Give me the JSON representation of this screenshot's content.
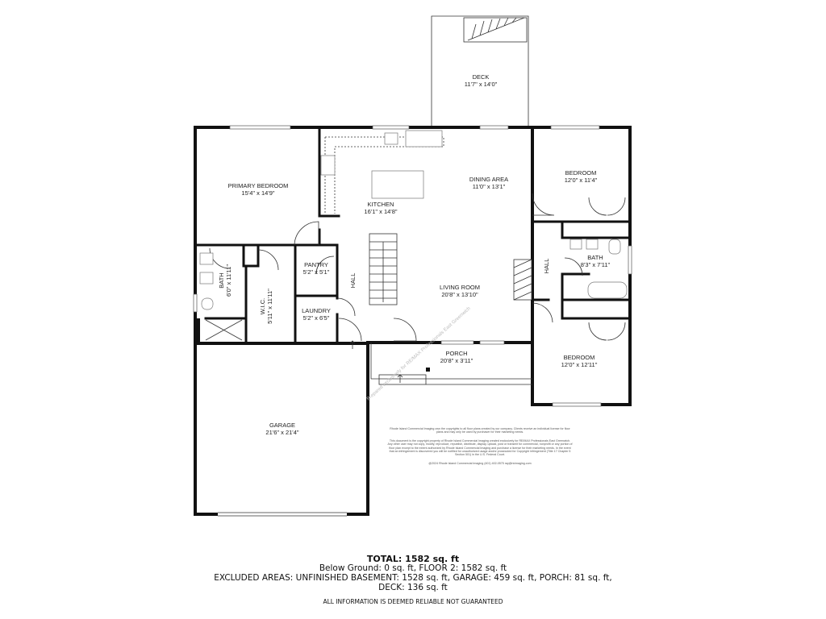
{
  "rooms": {
    "deck": {
      "name": "DECK",
      "dims": "11'7\" x 14'0\""
    },
    "primary_bedroom": {
      "name": "PRIMARY BEDROOM",
      "dims": "15'4\" x 14'9\""
    },
    "kitchen": {
      "name": "KITCHEN",
      "dims": "16'1\" x 14'8\""
    },
    "dining": {
      "name": "DINING AREA",
      "dims": "11'0\" x 13'1\""
    },
    "bedroom1": {
      "name": "BEDROOM",
      "dims": "12'0\" x 11'4\""
    },
    "bath_right": {
      "name": "BATH",
      "dims": "8'3\" x 7'11\""
    },
    "bath_left": {
      "name": "BATH",
      "dims": "6'0\" x 11'11\""
    },
    "wic": {
      "name": "W.I.C.",
      "dims": "5'11\" x 11'11\""
    },
    "pantry": {
      "name": "PANTRY",
      "dims": "5'2\" x 5'1\""
    },
    "laundry": {
      "name": "LAUNDRY",
      "dims": "5'2\" x 6'5\""
    },
    "hall_left": {
      "name": "HALL"
    },
    "hall_right": {
      "name": "HALL"
    },
    "living": {
      "name": "LIVING ROOM",
      "dims": "20'8\" x 13'10\""
    },
    "porch": {
      "name": "PORCH",
      "dims": "20'8\" x 3'11\""
    },
    "bedroom2": {
      "name": "BEDROOM",
      "dims": "12'0\" x 12'11\""
    },
    "garage": {
      "name": "GARAGE",
      "dims": "21'6\" x 21'4\""
    }
  },
  "watermark": "Prepared exclusively for RE/MAX Professionals East Greenwich",
  "copyright": {
    "p1": "Rhode Island Commercial Imaging own the copyrights to all floor plans created by our company. Clients receive an individual license for floor plans and may only be used by purchaser for their marketing needs.",
    "p2": "This document is the copyright property of Rhode Island Commercial Imaging created exclusively for RE/MAX Professionals East Greenwich. Any other user may not copy, modify, reproduce, republish, distribute, display, upload, post or transmit for commercial, nonprofit or any portion of floor plan except to the extent authorized by Rhode Island Commercial Imaging and purchase a license for their marketing needs. In the event that an infringement is discovered you will be notified for unauthorized usage and/or prosecuted for Copyright infringement (Title 17 Chapter 5 Section 501) in the U.S. Federal Court.",
    "p3": "@2024 Rhode Island Commercial Imaging (401) 402-0575 ray@ricimaging.com"
  },
  "summary": {
    "total": "TOTAL: 1582 sq. ft",
    "line1": "Below Ground: 0 sq. ft, FLOOR 2: 1582 sq. ft",
    "line2": "EXCLUDED AREAS: UNFINISHED BASEMENT: 1528 sq. ft, GARAGE: 459 sq. ft, PORCH: 81 sq. ft,",
    "line3": "DECK: 136 sq. ft",
    "disclaimer": "ALL INFORMATION IS DEEMED RELIABLE NOT GUARANTEED"
  }
}
